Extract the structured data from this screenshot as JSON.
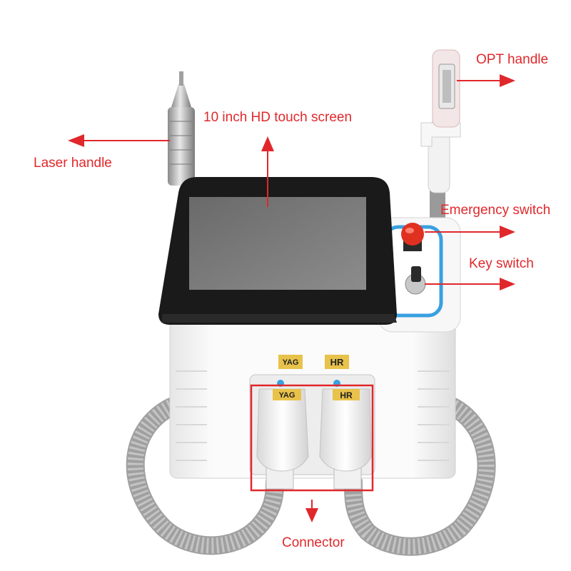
{
  "colors": {
    "annotation": "#e0282c",
    "label_bg": "#e8c24a",
    "accent_blue": "#3aa0e0",
    "emergency_red": "#e03020"
  },
  "callouts": {
    "opt_handle": "OPT handle",
    "touch_screen": "10 inch HD touch screen",
    "laser_handle": "Laser handle",
    "emergency_switch": "Emergency switch",
    "key_switch": "Key switch",
    "connector": "Connector"
  },
  "panel_labels": {
    "yag": "YAG",
    "hr": "HR"
  },
  "plug_labels": {
    "yag": "YAG",
    "hr": "HR"
  }
}
